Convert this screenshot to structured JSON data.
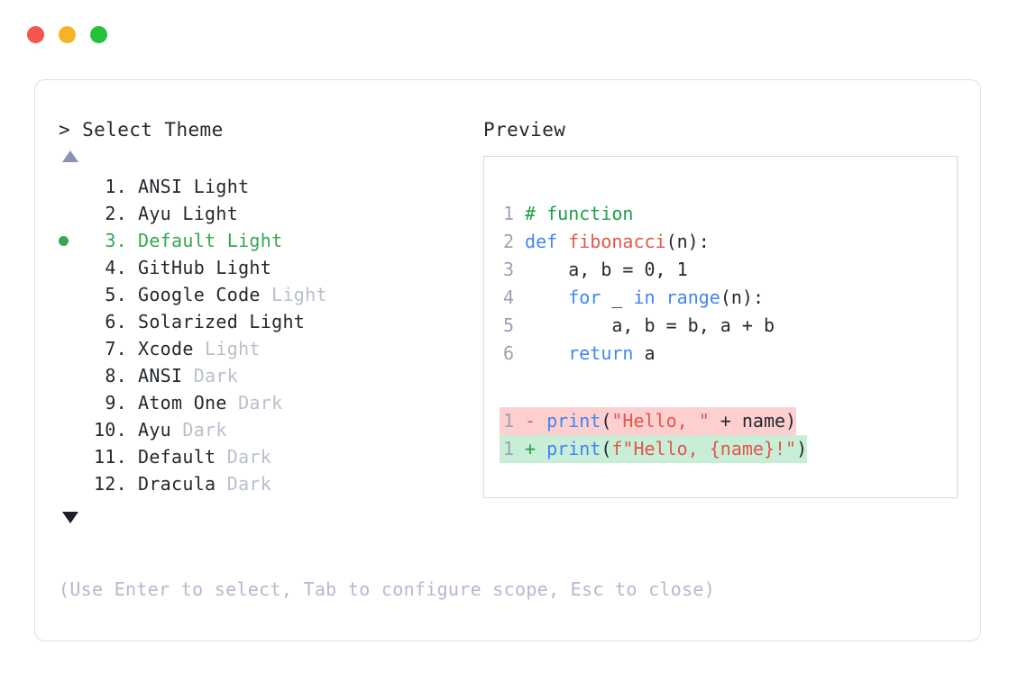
{
  "window": {
    "traffic_lights": [
      {
        "name": "close",
        "color": "#f4554f"
      },
      {
        "name": "minimize",
        "color": "#f5b428"
      },
      {
        "name": "maximize",
        "color": "#22c13e"
      }
    ]
  },
  "picker": {
    "prompt_marker": ">",
    "prompt_label": "Select Theme",
    "scroll_up_icon": "triangle-up",
    "scroll_down_icon": "triangle-down",
    "selected_index": 3,
    "selected_bullet_color": "#35a853",
    "selected_text_color": "#35a853",
    "muted_variant_color": "#b9c0cc",
    "items": [
      {
        "number": "1.",
        "name": "ANSI",
        "variant": "Light",
        "variant_muted": false,
        "selected": false
      },
      {
        "number": "2.",
        "name": "Ayu",
        "variant": "Light",
        "variant_muted": false,
        "selected": false
      },
      {
        "number": "3.",
        "name": "Default",
        "variant": "Light",
        "variant_muted": false,
        "selected": true
      },
      {
        "number": "4.",
        "name": "GitHub",
        "variant": "Light",
        "variant_muted": false,
        "selected": false
      },
      {
        "number": "5.",
        "name": "Google Code",
        "variant": "Light",
        "variant_muted": true,
        "selected": false
      },
      {
        "number": "6.",
        "name": "Solarized",
        "variant": "Light",
        "variant_muted": false,
        "selected": false
      },
      {
        "number": "7.",
        "name": "Xcode",
        "variant": "Light",
        "variant_muted": true,
        "selected": false
      },
      {
        "number": "8.",
        "name": "ANSI",
        "variant": "Dark",
        "variant_muted": true,
        "selected": false
      },
      {
        "number": "9.",
        "name": "Atom One",
        "variant": "Dark",
        "variant_muted": true,
        "selected": false
      },
      {
        "number": "10.",
        "name": "Ayu",
        "variant": "Dark",
        "variant_muted": true,
        "selected": false
      },
      {
        "number": "11.",
        "name": "Default",
        "variant": "Dark",
        "variant_muted": true,
        "selected": false
      },
      {
        "number": "12.",
        "name": "Dracula",
        "variant": "Dark",
        "variant_muted": true,
        "selected": false
      }
    ],
    "hint": "(Use Enter to select, Tab to configure scope, Esc to close)"
  },
  "preview": {
    "title": "Preview",
    "code_lines": [
      {
        "number": "1",
        "tokens": [
          {
            "text": "# function",
            "type": "comment"
          }
        ]
      },
      {
        "number": "2",
        "tokens": [
          {
            "text": "def ",
            "type": "kw"
          },
          {
            "text": "fibonacci",
            "type": "fn"
          },
          {
            "text": "(n):",
            "type": "plain"
          }
        ]
      },
      {
        "number": "3",
        "tokens": [
          {
            "text": "    a, b = 0, 1",
            "type": "plain"
          }
        ]
      },
      {
        "number": "4",
        "tokens": [
          {
            "text": "    ",
            "type": "plain"
          },
          {
            "text": "for",
            "type": "kw"
          },
          {
            "text": " _ ",
            "type": "plain"
          },
          {
            "text": "in",
            "type": "kw"
          },
          {
            "text": " ",
            "type": "plain"
          },
          {
            "text": "range",
            "type": "kw"
          },
          {
            "text": "(n):",
            "type": "plain"
          }
        ]
      },
      {
        "number": "5",
        "tokens": [
          {
            "text": "        a, b = b, a + b",
            "type": "plain"
          }
        ]
      },
      {
        "number": "6",
        "tokens": [
          {
            "text": "    ",
            "type": "plain"
          },
          {
            "text": "return",
            "type": "kw"
          },
          {
            "text": " a",
            "type": "plain"
          }
        ]
      }
    ],
    "diff_lines": [
      {
        "number": "1",
        "marker": "-",
        "kind": "removed",
        "background": "#fdcfcf",
        "tokens": [
          {
            "text": "print",
            "type": "kw"
          },
          {
            "text": "(",
            "type": "plain"
          },
          {
            "text": "\"Hello, \"",
            "type": "str"
          },
          {
            "text": " + name)",
            "type": "plain"
          }
        ]
      },
      {
        "number": "1",
        "marker": "+",
        "kind": "added",
        "background": "#c9eed7",
        "tokens": [
          {
            "text": "print",
            "type": "kw"
          },
          {
            "text": "(",
            "type": "plain"
          },
          {
            "text": "f\"Hello, {name}!\"",
            "type": "str"
          },
          {
            "text": ")",
            "type": "plain"
          }
        ]
      }
    ]
  }
}
